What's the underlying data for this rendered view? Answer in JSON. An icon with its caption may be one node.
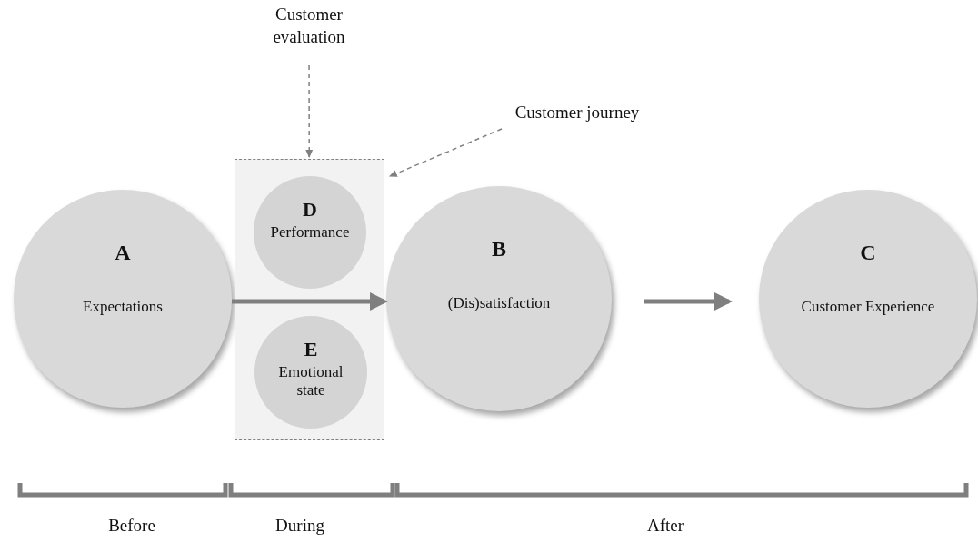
{
  "diagram": {
    "nodes": [
      {
        "text": [
          "Customer evaluation"
        ]
      },
      {
        "text": [
          "Customer journey"
        ]
      },
      {
        "text": [
          "A",
          "Expectations"
        ]
      },
      {
        "text": [],
        "shape": "box"
      },
      {
        "text": [
          "D",
          "Performance"
        ],
        "in": 3
      },
      {
        "text": [
          "E",
          "Emotional state"
        ],
        "in": 3
      },
      {
        "text": [
          "B",
          "(Dis)satisfaction"
        ]
      },
      {
        "text": [
          "C",
          "Customer Experience"
        ]
      }
    ],
    "edges": [
      {
        "from": 2,
        "to": 6,
        "arrow": "to",
        "style": "thick"
      },
      {
        "from": 6,
        "to": 7,
        "arrow": "to",
        "style": "thick"
      },
      {
        "from": 0,
        "to": 3,
        "arrow": "to",
        "style": "dashed"
      },
      {
        "from": 1,
        "to": 3,
        "arrow": "to",
        "style": "dashed"
      }
    ],
    "labels": [
      "Before",
      "During",
      "After"
    ]
  }
}
